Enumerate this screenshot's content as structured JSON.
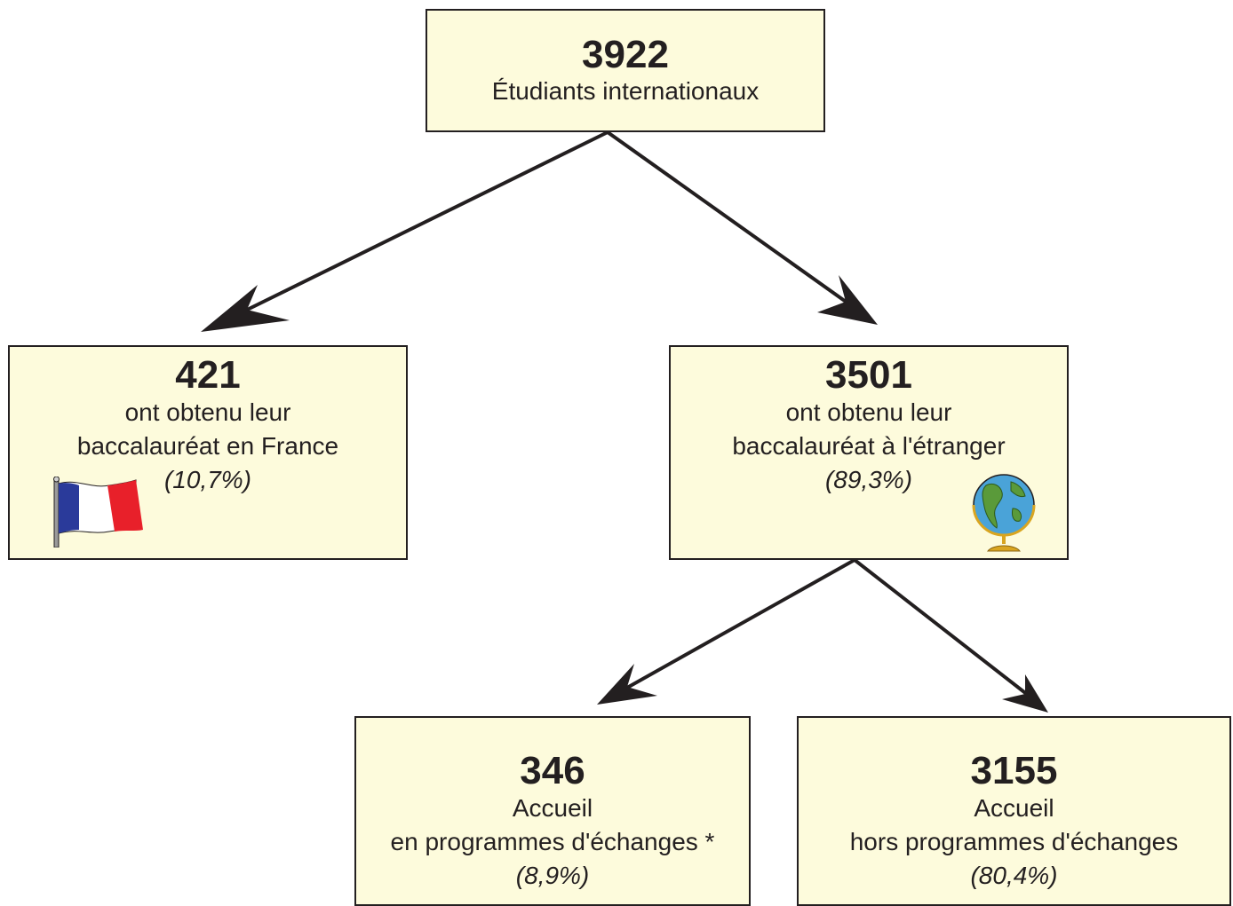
{
  "root": {
    "number": "3922",
    "label": "Étudiants internationaux"
  },
  "france": {
    "number": "421",
    "line1": "ont obtenu leur",
    "line2": "baccalauréat en France",
    "percent": "(10,7%)",
    "icon": "french-flag-icon"
  },
  "abroad": {
    "number": "3501",
    "line1": "ont obtenu leur",
    "line2": "baccalauréat à l'étranger",
    "percent": "(89,3%)",
    "icon": "globe-icon"
  },
  "exchange": {
    "number": "346",
    "line1": "Accueil",
    "line2": "en programmes d'échanges *",
    "percent": "(8,9%)"
  },
  "nonexchange": {
    "number": "3155",
    "line1": "Accueil",
    "line2": "hors programmes d'échanges",
    "percent": "(80,4%)"
  },
  "colors": {
    "box_fill": "#fdfbdc",
    "stroke": "#231f20",
    "flag_blue": "#2a3a9a",
    "flag_red": "#e8202a",
    "globe_ocean": "#4aa3d8",
    "globe_land": "#5a9a3a",
    "globe_stand": "#d9a520"
  }
}
